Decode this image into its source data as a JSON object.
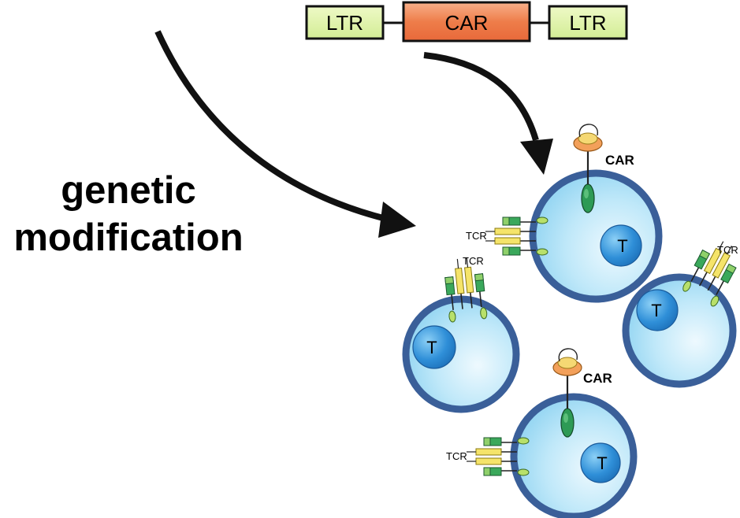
{
  "construct": {
    "ltr_left": "LTR",
    "car": "CAR",
    "ltr_right": "LTR"
  },
  "caption": {
    "line1": "genetic",
    "line2": "modification"
  },
  "labels": {
    "car_receptor": "CAR",
    "tcr": "TCR",
    "t_nucleus": "T"
  },
  "colors": {
    "ltr_fill": "#dff3a8",
    "car_box_fill": "#f08a5a",
    "cell_fill": "#a8e0f6",
    "cell_border": "#3a5f99",
    "nucleus_fill": "#2f8fd8",
    "receptor_green": "#2d9a55",
    "receptor_yellow": "#f4e060",
    "car_head_orange": "#f3a05a"
  }
}
